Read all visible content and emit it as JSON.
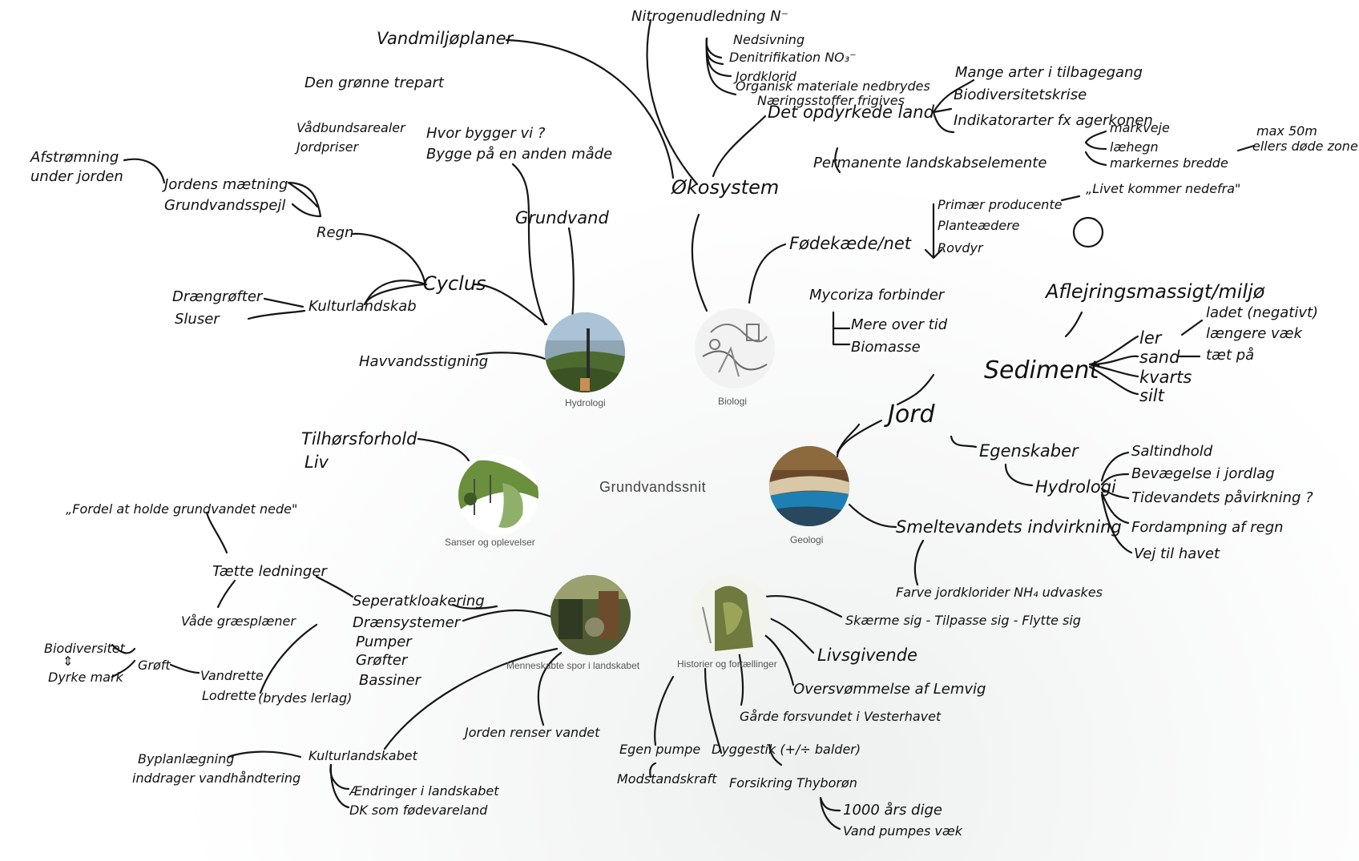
{
  "center": {
    "title": "Grundvandssnit"
  },
  "nodes": {
    "hydrologi": "Hydrologi",
    "biologi": "Biologi",
    "sanser": "Sanser og oplevelser",
    "geologi": "Geologi",
    "menneske": "Menneskabte spor i landskabet",
    "historier": "Historier og fortællinger"
  },
  "hydro": {
    "vandmiljoplaner": "Vandmiljøplaner",
    "den_gronne": "Den grønne trepart",
    "vadbund": "Vådbundsarealer",
    "jordpriser": "Jordpriser",
    "hvor_bygger": "Hvor bygger vi ?",
    "bygge_paa": "Bygge på en anden måde",
    "grundvand": "Grundvand",
    "afstromning": "Afstrømning",
    "under_jorden": "under jorden",
    "jordens_maetning": "Jordens mætning",
    "grundvandsspejl": "Grundvandsspejl",
    "regn": "Regn",
    "cyclus": "Cyclus",
    "draengrofter": "Drængrøfter",
    "sluser": "Sluser",
    "kulturlandskab": "Kulturlandskab",
    "havvandsstigning": "Havvandsstigning"
  },
  "bio": {
    "nitrogen": "Nitrogenudledning N⁻",
    "nedsivning": "Nedsivning",
    "denitrifikation": "Denitrifikation NO₃⁻",
    "jordklorid": "Jordklorid",
    "organisk": "Organisk materiale nedbrydes",
    "naeringsstoffer": "Næringsstoffer frigives",
    "okosystem": "Økosystem",
    "det_opdyrkede": "Det opdyrkede land",
    "mange_arter": "Mange arter i tilbagegang",
    "biodiversitet": "Biodiversitetskrise",
    "indikatorarter": "Indikatorarter fx agerkonen",
    "permanente": "Permanente landskabselemente",
    "markveje": "markveje",
    "laehegn": "læhegn",
    "markernes_bredde": "markernes bredde",
    "max50": "max 50m",
    "ellers_dode": "ellers døde zone",
    "fodekaede": "Fødekæde/net",
    "primaer": "Primær producente",
    "planteaedere": "Planteædere",
    "rovdyr": "Rovdyr",
    "livet_kommer": "„Livet kommer nedefra\"",
    "mycoriza": "Mycoriza forbinder",
    "mere_over_tid": "Mere over tid",
    "biomasse": "Biomasse"
  },
  "geo": {
    "aflejring": "Aflejringsmassigt/miljø",
    "sediment": "Sediment",
    "jord": "Jord",
    "ler": "ler",
    "sand": "sand",
    "kvarts": "kvarts",
    "silt": "silt",
    "ladet": "ladet (negativt)",
    "laengere": "længere væk",
    "taet": "tæt på",
    "egenskaber": "Egenskaber",
    "hydrologi": "Hydrologi",
    "saltindhold": "Saltindhold",
    "bevaegelse": "Bevægelse i jordlag",
    "tidevand": "Tidevandets påvirkning ?",
    "fordampning": "Fordampning af regn",
    "vej": "Vej til havet",
    "smeltevand": "Smeltevandets indvirkning",
    "farve": "Farve jordklorider  NH₄ udvaskes"
  },
  "sanser": {
    "tilhors": "Tilhørsforhold",
    "liv": "Liv"
  },
  "menneske": {
    "fordel": "„Fordel at holde grundvandet nede\"",
    "tatte": "Tætte ledninger",
    "vade": "Våde græsplæner",
    "seperat": "Seperatkloakering",
    "draensystemer": "Drænsystemer",
    "pumper": "Pumper",
    "grofter": "Grøfter",
    "bassiner": "Bassiner",
    "biodiversitet": "Biodiversitet",
    "arrow": "⇕",
    "dyrke": "Dyrke mark",
    "groft": "Grøft",
    "vandrette": "Vandrette",
    "lodrette": "Lodrette",
    "brydes": "(brydes lerlag)",
    "jorden_renser": "Jorden renser vandet",
    "kulturlandskabet": "Kulturlandskabet",
    "byplanlaegning": "Byplanlægning",
    "inddrager": "inddrager vandhåndtering",
    "aendringer": "Ændringer i landskabet",
    "dk_som": "DK som fødevareland"
  },
  "historier": {
    "skaerme": "Skærme sig - Tilpasse sig - Flytte sig",
    "livsgivende": "Livsgivende",
    "oversvommelse": "Oversvømmelse af Lemvig",
    "garde": "Gårde forsvundet i Vesterhavet",
    "egen_pumpe": "Egen pumpe",
    "modstand": "Modstandskraft",
    "dyggestik": "Dyggestik (+/÷ balder)",
    "forsikring": "Forsikring Thyborøn",
    "aars_dige": "1000 års dige",
    "vand_pumpes": "Vand pumpes væk"
  }
}
